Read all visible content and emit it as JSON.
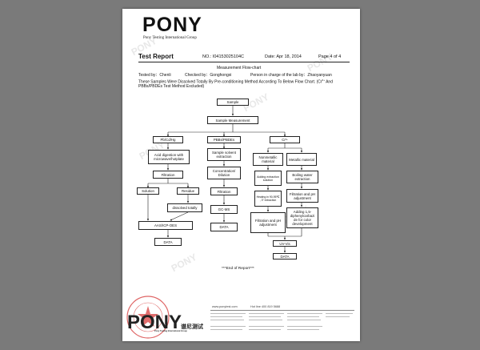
{
  "header": {
    "brand": "PONY",
    "brand_sub": "Pony Testing International Group",
    "report_title": "Test Report",
    "report_no": "NO.: I04153025104C",
    "date": "Date: Apr 18, 2014",
    "page": "Page 4 of 4"
  },
  "body": {
    "flowchart_title": "Measurement Flow-chart",
    "tested_by": "Tested by：Chenli",
    "checked_by": "Checked by：Gonghongxi",
    "person_in_charge": "Person in charge of the lab by：Zhaoyanyuan",
    "desc_line1": "These Samples Were Dissolved Totally By Pre-conditioning Method According To Below Flow Chart. (Cr",
    "desc_sup": "6+",
    "desc_line1_end": " And",
    "desc_line2": "PBBs/PBDEs Test Method Excluded)",
    "end_of_report": "***End of Report***"
  },
  "flow": {
    "sample": "Sample",
    "sample_measurement": "Sample Measurement",
    "pb_cd_hg": "Pb/Cd/Hg",
    "pbbs_pbdes": "PBBs/PBDEs",
    "cr_base": "Cr",
    "cr_sup": "6+",
    "acid_digestion": "Acid digestion with microwave/hotplate",
    "filtration_left": "Filtration",
    "solution": "Solution",
    "residue": "Residue",
    "dissolved_totally": "dissolved totally",
    "aas_icp": "AAS/ICP-OES",
    "data_left": "DATA",
    "sample_solvent": "Sample solvent extraction",
    "concentration": "Concentration/ Dilution",
    "filtration_mid": "Filtration",
    "gcms": "GC-MS",
    "data_mid": "DATA",
    "nonmetallic": "Nonmetallic material",
    "metallic": "Metallic material",
    "adding_extraction": "Adding extraction solution",
    "heating": "Heating in 90-95℃ , 3″ extraction",
    "filtration_ph": "Filtration and pH adjustment",
    "boiling_water": "Boiling water extraction",
    "filtration_ph_right": "Filtration and pH adjustment",
    "adding_diphenyl": "Adding 1,5-diphenylcarbazi de for color development",
    "uv_vis": "UV-Vis",
    "data_right": "DATA"
  },
  "footer": {
    "brand": "PONY",
    "brand_cn": "谱尼测试",
    "brand_sub": "Pony Testing International Group",
    "website": "www.ponytest.com",
    "hotline": "Hot line 400 819 5688"
  },
  "colors": {
    "page_bg": "#ffffff",
    "outer_bg": "#7a7a7a",
    "stamp_red": "#d94a4a"
  }
}
